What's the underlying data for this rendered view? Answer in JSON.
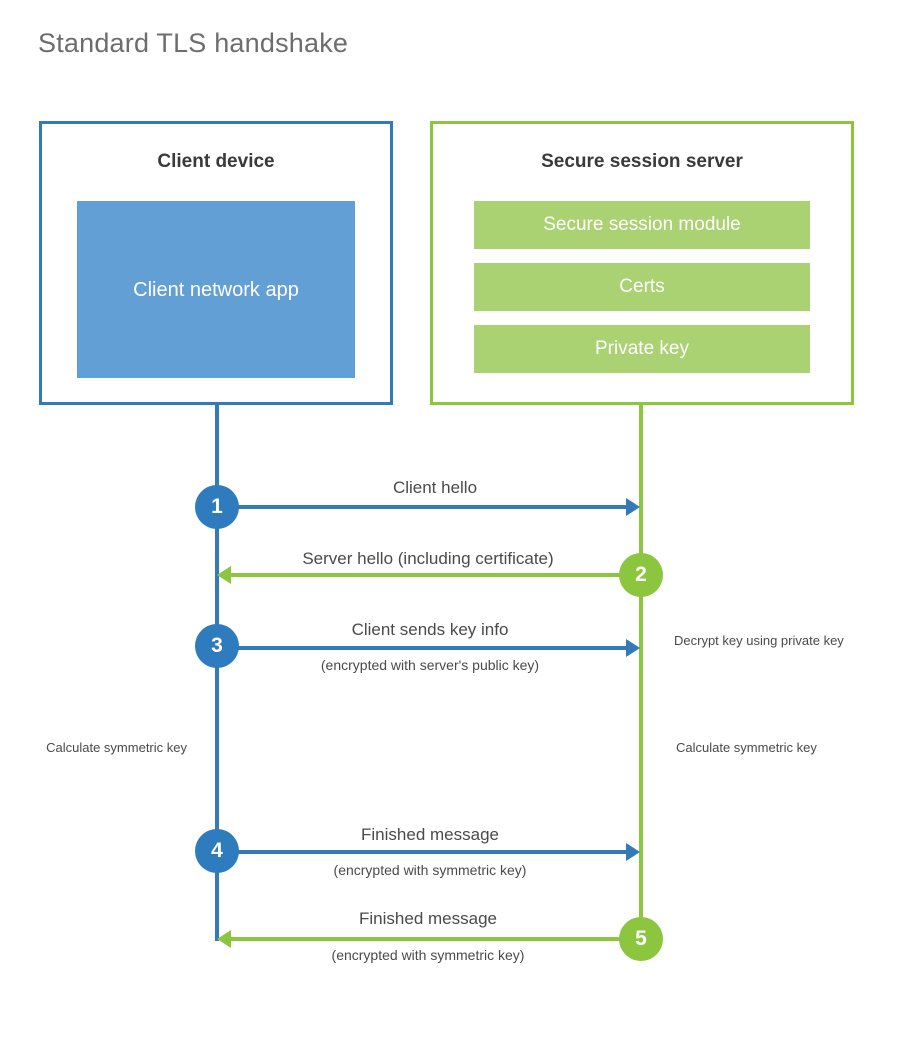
{
  "title": "Standard TLS handshake",
  "entities": {
    "client": {
      "title": "Client device",
      "block_label": "Client network app",
      "border_color": "#337ab7",
      "block_color": "#629fd5"
    },
    "server": {
      "title": "Secure session server",
      "border_color": "#8cc63f",
      "block_color": "#aad273",
      "modules": [
        {
          "label": "Secure session module"
        },
        {
          "label": "Certs"
        },
        {
          "label": "Private key"
        }
      ]
    }
  },
  "steps": [
    {
      "number": "1",
      "label": "Client hello",
      "sublabel": "",
      "direction": "client-to-server",
      "color": "#337ab7"
    },
    {
      "number": "2",
      "label": "Server hello (including certificate)",
      "sublabel": "",
      "direction": "server-to-client",
      "color": "#8cc63f"
    },
    {
      "number": "3",
      "label": "Client sends key info",
      "sublabel": "(encrypted with server's public key)",
      "direction": "client-to-server",
      "color": "#337ab7"
    },
    {
      "number": "4",
      "label": "Finished message",
      "sublabel": "(encrypted with symmetric key)",
      "direction": "client-to-server",
      "color": "#337ab7"
    },
    {
      "number": "5",
      "label": "Finished message",
      "sublabel": "(encrypted with symmetric key)",
      "direction": "server-to-client",
      "color": "#8cc63f"
    }
  ],
  "annotations": {
    "server_decrypt": "Decrypt key using private key",
    "client_calculate": "Calculate symmetric key",
    "server_calculate": "Calculate symmetric key"
  }
}
